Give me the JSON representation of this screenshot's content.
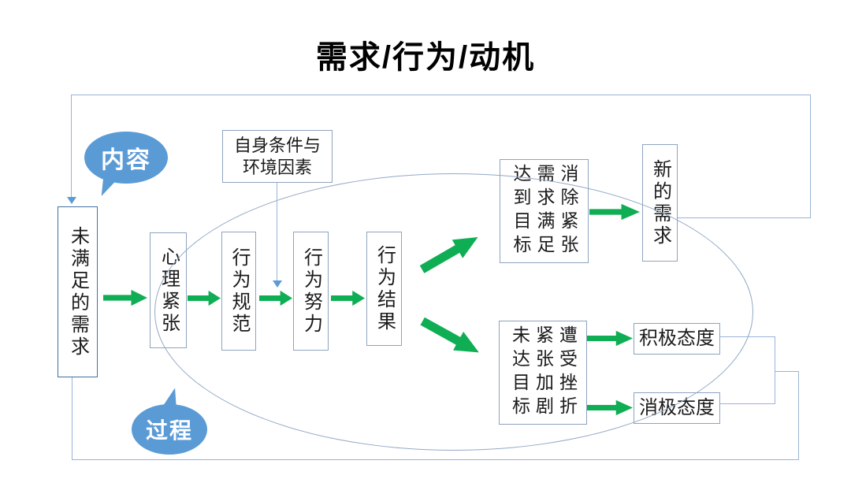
{
  "slide": {
    "title": "需求/行为/动机"
  },
  "bubbles": {
    "content": "内容",
    "process": "过程"
  },
  "flow": {
    "unmet_need": "未满足的需求",
    "external_factors": {
      "line1": "自身条件与",
      "line2": "环境因素"
    },
    "psych_tension": "心理紧张",
    "behavior_norm": "行为规范",
    "behavior_effort": "行为努力",
    "behavior_result": "行为结果",
    "goal_reached": {
      "col1": "达到目标",
      "col2": "需求满足",
      "col3": "消除紧张"
    },
    "new_need": "新的需求",
    "goal_missed": {
      "col1": "未达目标",
      "col2": "紧张加剧",
      "col3": "遭受挫折"
    },
    "positive_attitude": "积极态度",
    "negative_attitude": "消极态度"
  },
  "colors": {
    "arrow_green": "#0FAE54",
    "bubble_blue": "#5B9BD5",
    "connector_blue": "#9AB3D8",
    "box_border": "#8EA3BE",
    "dark_box_border": "#41719C",
    "ellipse_stroke": "#93A9C6",
    "text": "#1A1A1A"
  }
}
